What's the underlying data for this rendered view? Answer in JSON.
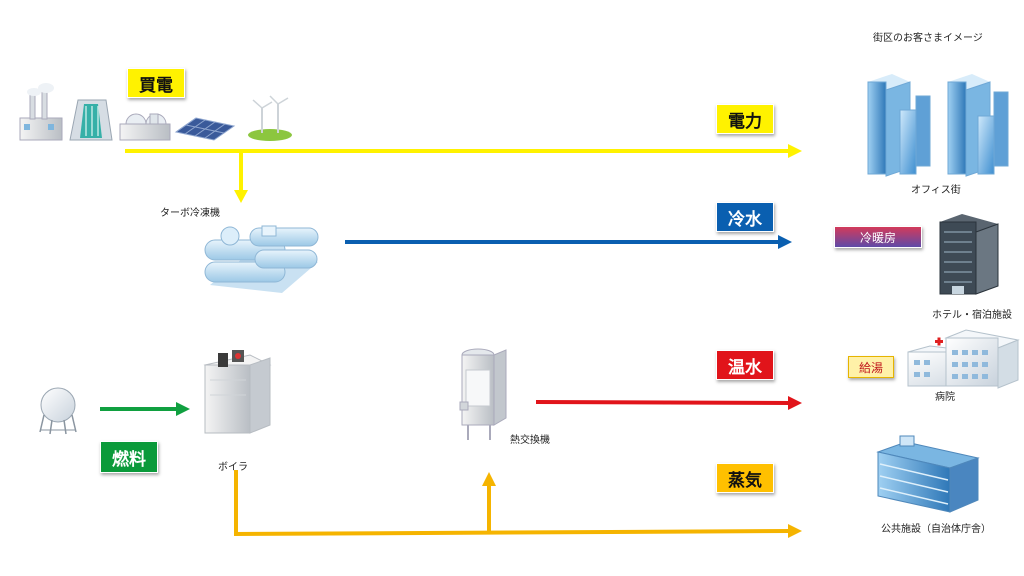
{
  "header": {
    "customer_image_label": "街区のお客さまイメージ"
  },
  "tags": {
    "purchased_power": "買電",
    "electricity": "電力",
    "chilled_water": "冷水",
    "hot_water": "温水",
    "steam": "蒸気",
    "fuel": "燃料",
    "heating_cooling": "冷暖房",
    "hot_water_supply": "給湯"
  },
  "equipment": {
    "turbo_chiller": "ターボ冷凍機",
    "boiler": "ボイラ",
    "heat_exchanger": "熱交換機"
  },
  "customers": {
    "office": "オフィス街",
    "hotel": "ホテル・宿泊施設",
    "hospital": "病院",
    "public": "公共施設（自治体庁舎）"
  },
  "colors": {
    "electricity": "#fff200",
    "chilled_water": "#0a5fb0",
    "hot_water": "#e1141a",
    "steam": "#f5b400",
    "fuel": "#10a040"
  }
}
